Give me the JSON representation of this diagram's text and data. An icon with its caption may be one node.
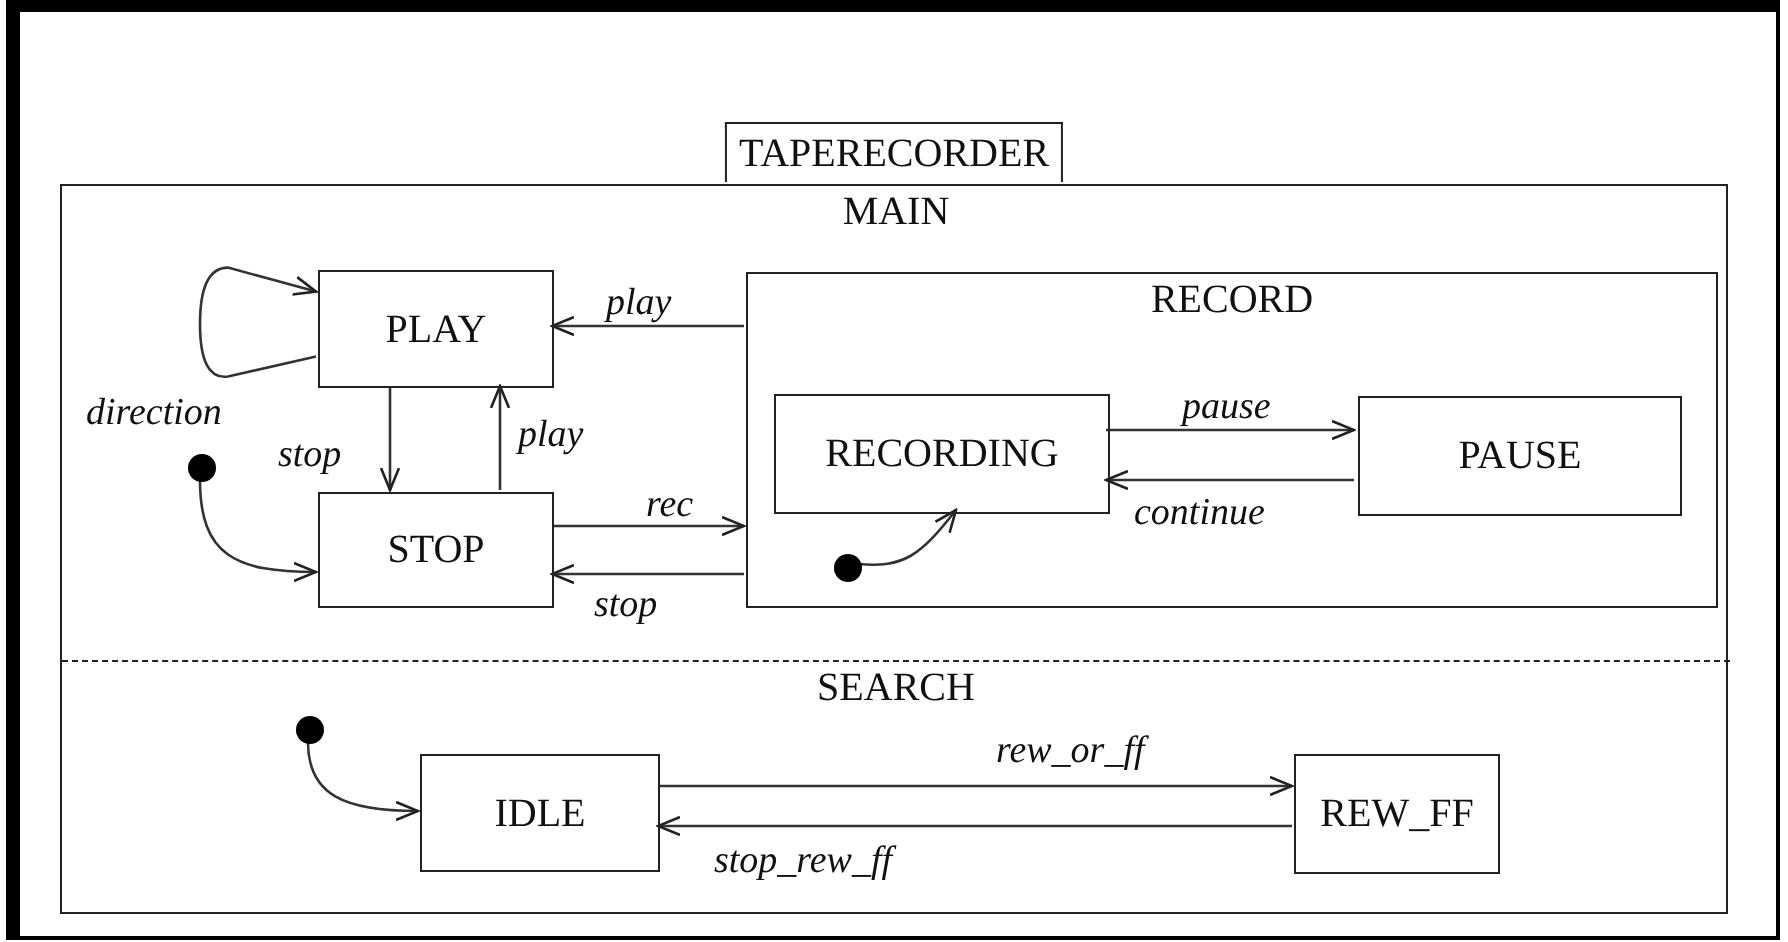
{
  "diagram": {
    "nodes": [
      {
        "text": [
          "TAPERECORDER"
        ]
      },
      {
        "text": [
          "MAIN"
        ],
        "in": 0
      },
      {
        "text": [
          "PLAY"
        ],
        "in": 1
      },
      {
        "text": [
          "RECORD"
        ],
        "in": 1
      },
      {
        "text": [
          "RECORDING"
        ],
        "in": 3
      },
      {
        "text": [
          "PAUSE"
        ],
        "in": 3
      },
      {
        "text": [],
        "shape": "circle",
        "in": 3
      },
      {
        "text": [],
        "shape": "circle",
        "in": 1
      },
      {
        "text": [
          "STOP"
        ],
        "in": 1
      },
      {
        "text": [
          "SEARCH"
        ],
        "in": 0
      },
      {
        "text": [],
        "shape": "circle",
        "in": 9
      },
      {
        "text": [
          "IDLE"
        ],
        "in": 9
      },
      {
        "text": [
          "REW_FF"
        ],
        "in": 9
      }
    ],
    "edges": [
      {
        "from": 2,
        "to": 2,
        "arrow": "to",
        "label": "direction"
      },
      {
        "from": 2,
        "to": 8,
        "arrow": "to",
        "label": "stop"
      },
      {
        "from": 8,
        "to": 2,
        "arrow": "to",
        "label": "play"
      },
      {
        "from": 3,
        "to": 2,
        "arrow": "to",
        "label": "play"
      },
      {
        "from": 8,
        "to": 3,
        "arrow": "to",
        "label": "rec"
      },
      {
        "from": 3,
        "to": 8,
        "arrow": "to",
        "label": "stop"
      },
      {
        "from": 7,
        "to": 8,
        "arrow": "to"
      },
      {
        "from": 4,
        "to": 5,
        "arrow": "to",
        "label": "pause"
      },
      {
        "from": 5,
        "to": 4,
        "arrow": "to",
        "label": "continue"
      },
      {
        "from": 6,
        "to": 4,
        "arrow": "to"
      },
      {
        "from": 10,
        "to": 11,
        "arrow": "to"
      },
      {
        "from": 11,
        "to": 12,
        "arrow": "to",
        "label": "rew_or_ff"
      },
      {
        "from": 12,
        "to": 11,
        "arrow": "to",
        "label": "stop_rew_ff"
      }
    ]
  }
}
